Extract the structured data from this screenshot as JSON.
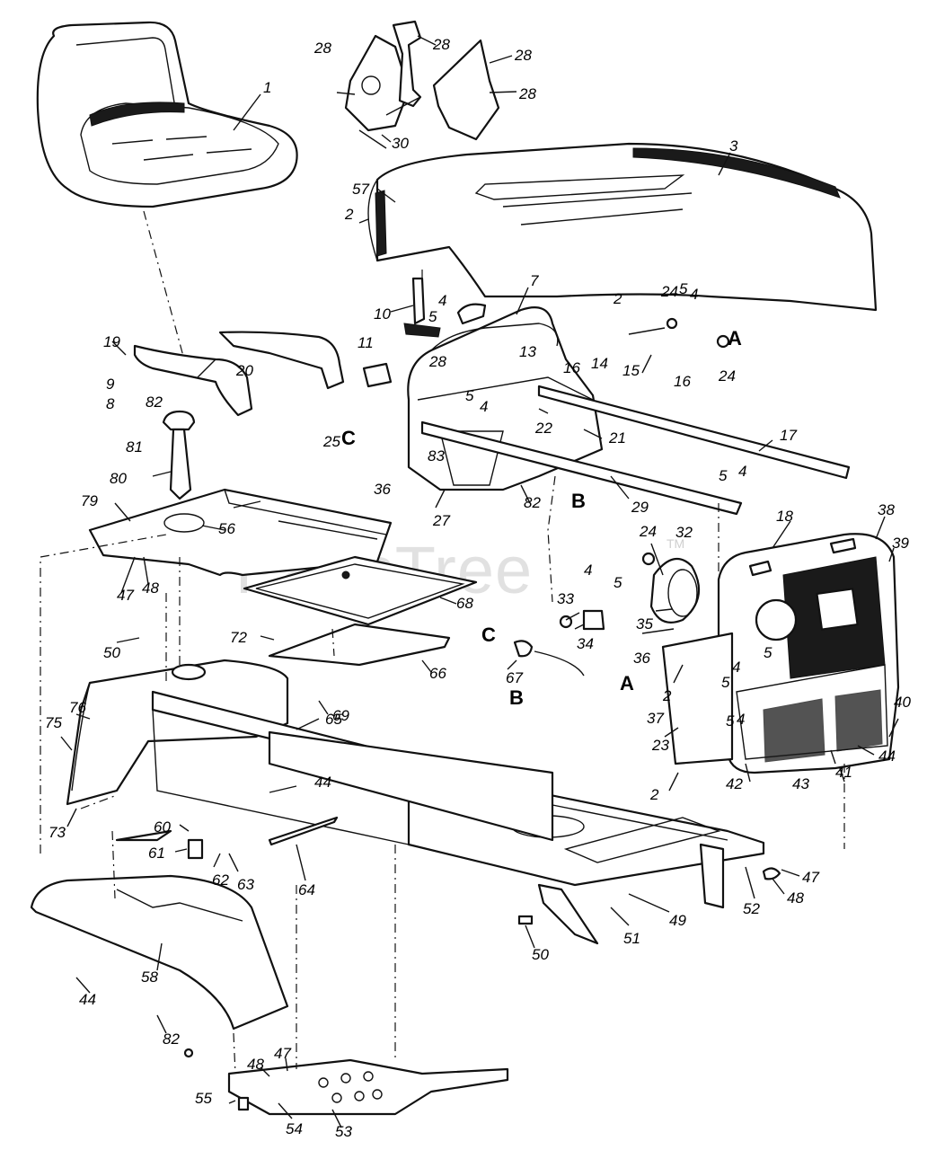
{
  "watermark": {
    "text": "PartsTree",
    "tm": "TM"
  },
  "callouts": [
    "1",
    "2",
    "3",
    "4",
    "5",
    "7",
    "8",
    "9",
    "10",
    "11",
    "13",
    "14",
    "15",
    "16",
    "17",
    "18",
    "19",
    "20",
    "21",
    "22",
    "23",
    "24",
    "25",
    "27",
    "28",
    "29",
    "30",
    "32",
    "33",
    "34",
    "35",
    "36",
    "37",
    "38",
    "39",
    "40",
    "41",
    "42",
    "43",
    "44",
    "47",
    "48",
    "49",
    "50",
    "51",
    "52",
    "53",
    "54",
    "55",
    "56",
    "57",
    "58",
    "60",
    "61",
    "62",
    "63",
    "64",
    "65",
    "66",
    "67",
    "68",
    "69",
    "72",
    "73",
    "75",
    "76",
    "79",
    "80",
    "81",
    "82",
    "83"
  ],
  "reference_letters": [
    "A",
    "B",
    "C"
  ]
}
